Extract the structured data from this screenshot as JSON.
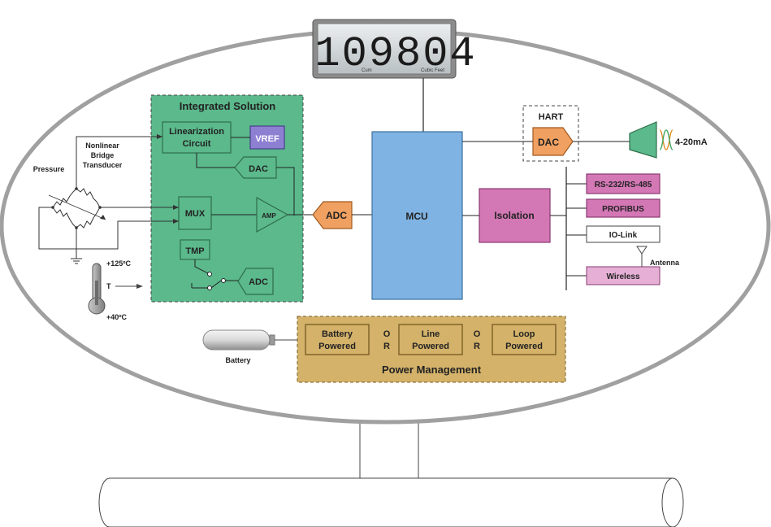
{
  "display": {
    "value": "109804",
    "unit_left": "Cum",
    "unit_right": "Cubic Feet"
  },
  "integrated": {
    "title": "Integrated Solution",
    "linearization": [
      "Linearization",
      "Circuit"
    ],
    "vref": "VREF",
    "dac": "DAC",
    "mux": "MUX",
    "amp": "AMP",
    "tmp": "TMP",
    "adc": "ADC"
  },
  "sensor": {
    "pressure": "Pressure",
    "transducer": [
      "Nonlinear",
      "Bridge",
      "Transducer"
    ],
    "temp_high": "+125ºC",
    "temp_low": "+40ºC",
    "t_label": "T"
  },
  "adc_main": "ADC",
  "mcu": "MCU",
  "isolation": "Isolation",
  "hart": {
    "title": "HART",
    "dac": "DAC"
  },
  "output_4_20": "4-20mA",
  "interfaces": {
    "rs": "RS-232/RS-485",
    "profibus": "PROFIBUS",
    "iolink": "IO-Link",
    "wireless": "Wireless",
    "antenna": "Antenna"
  },
  "power": {
    "title": "Power Management",
    "battery_powered": [
      "Battery",
      "Powered"
    ],
    "line_powered": [
      "Line",
      "Powered"
    ],
    "loop_powered": [
      "Loop",
      "Powered"
    ],
    "or_label": [
      "O",
      "R"
    ]
  },
  "battery_label": "Battery",
  "colors": {
    "green": "#5bb98c",
    "green_dark": "#3e8f63",
    "mcu_blue": "#7fb3e3",
    "pink": "#d377b5",
    "orange": "#f0a060",
    "gold": "#d4b26a",
    "vref_purple": "#8d7fd1"
  }
}
